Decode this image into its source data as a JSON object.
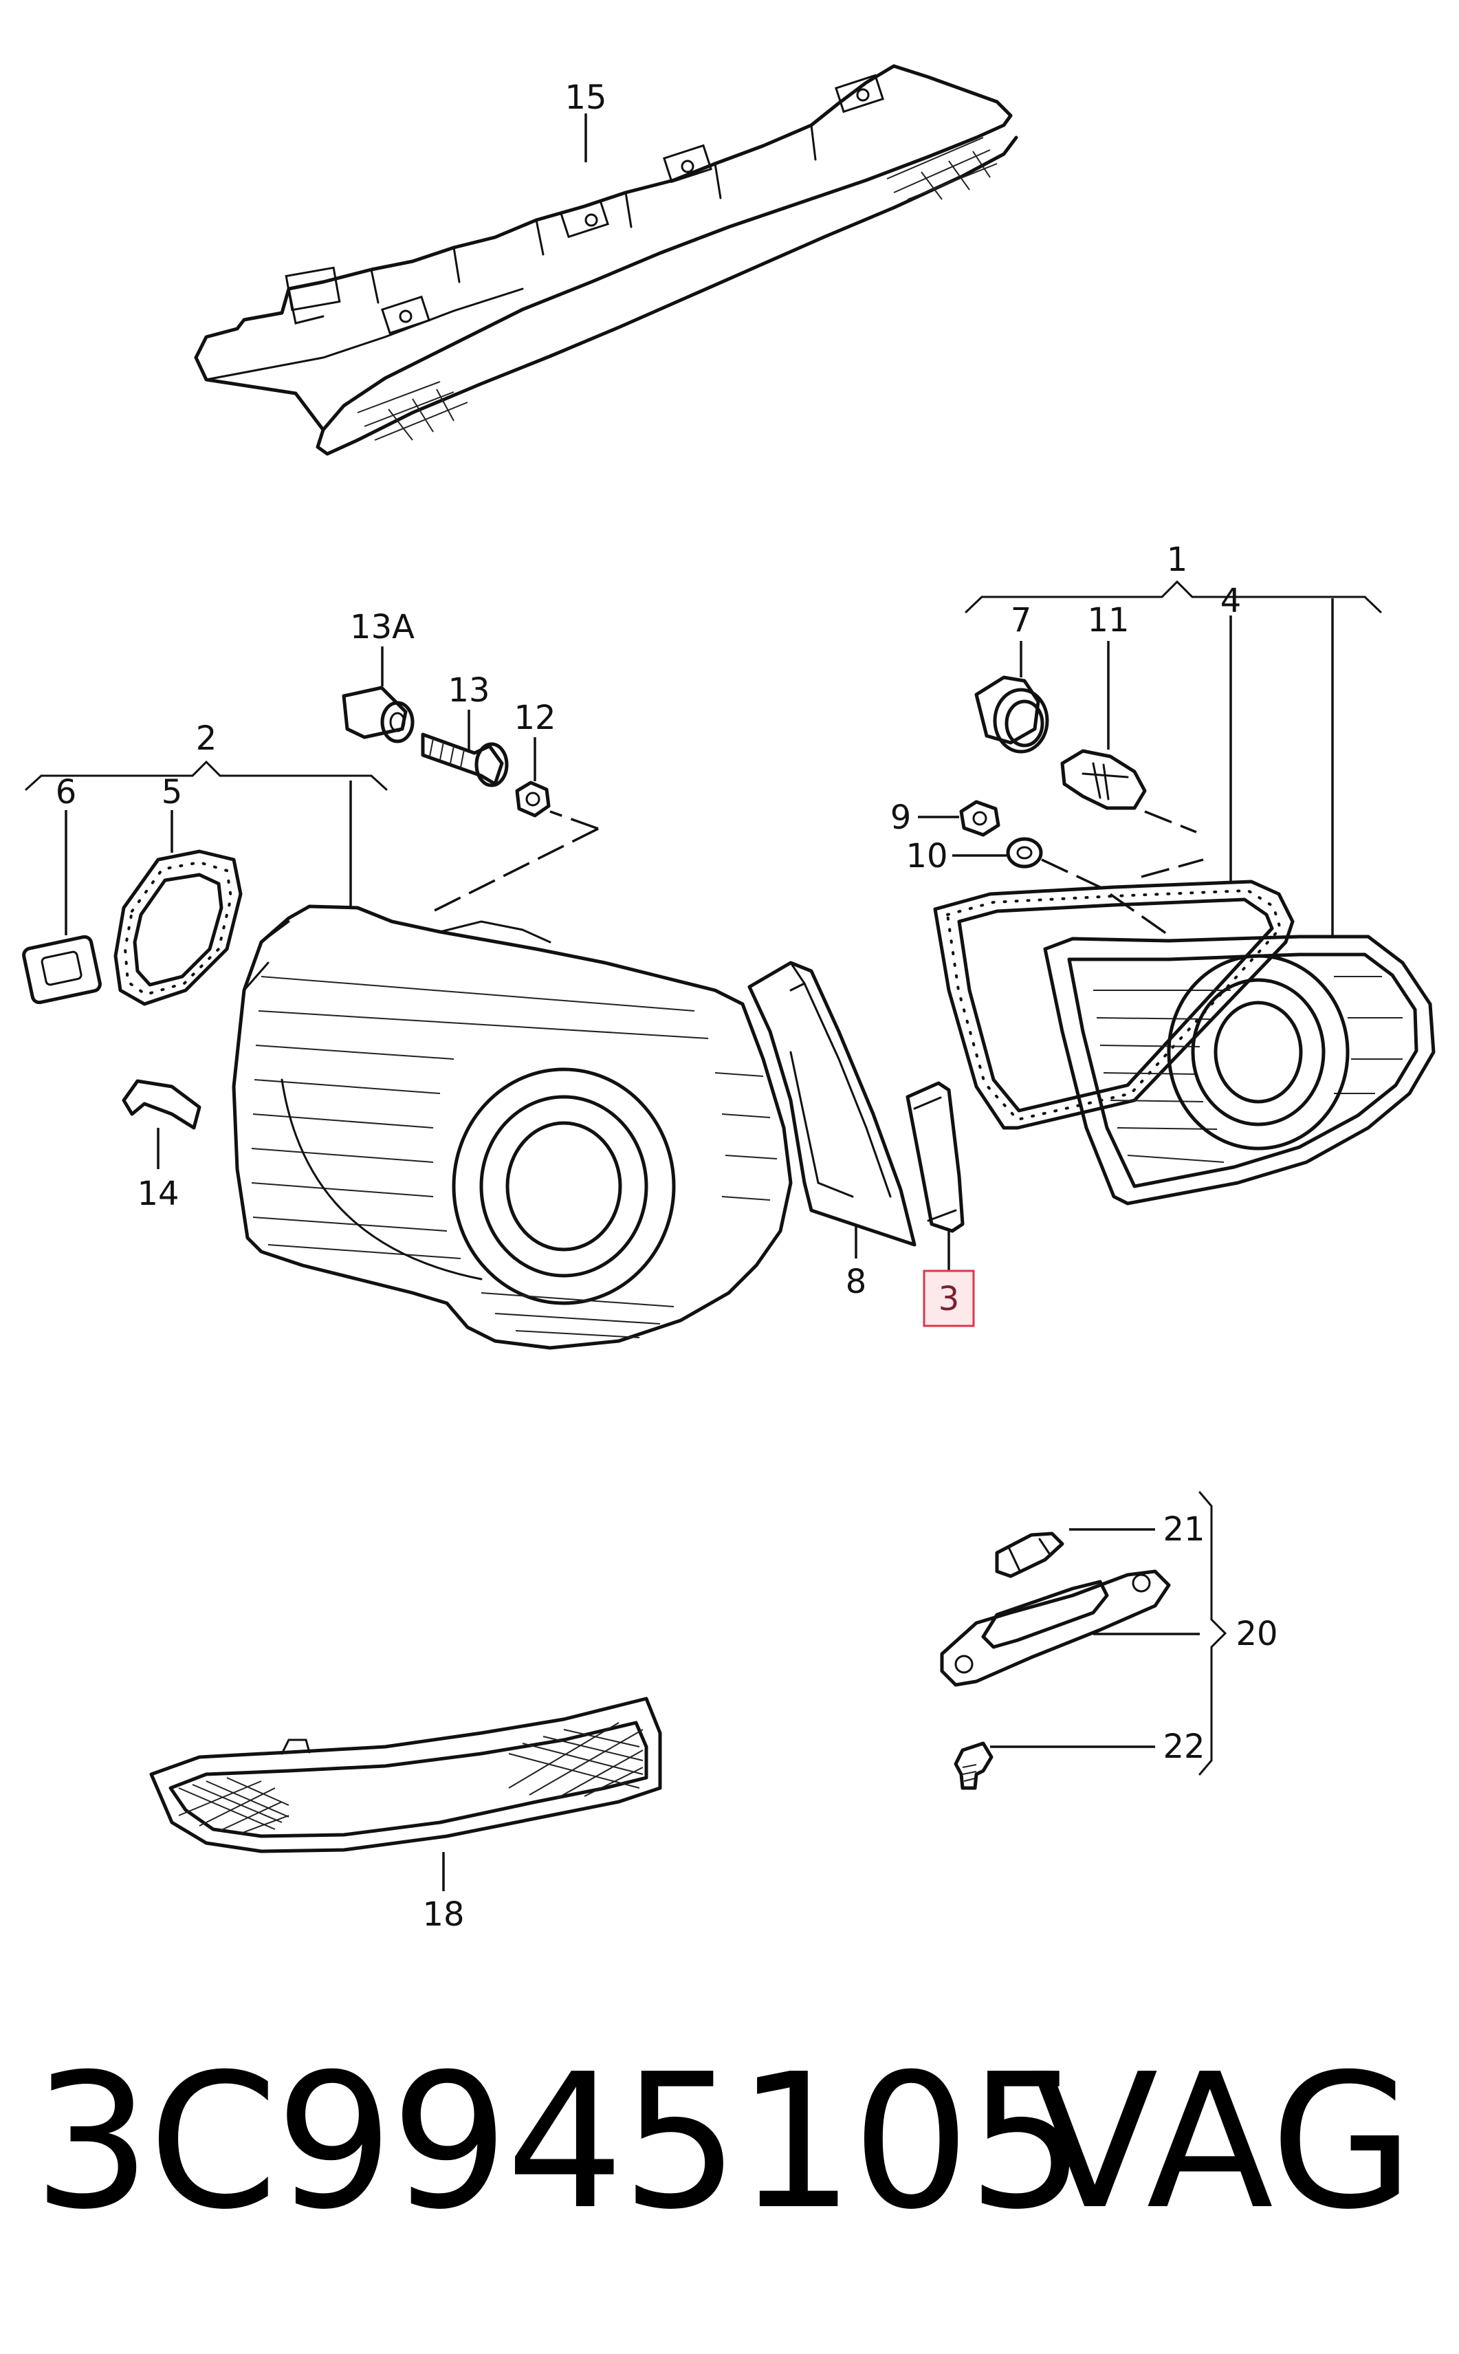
{
  "labels": {
    "l1": "1",
    "l2": "2",
    "l3": "3",
    "l4": "4",
    "l5": "5",
    "l6": "6",
    "l7": "7",
    "l8": "8",
    "l9": "9",
    "l10": "10",
    "l11": "11",
    "l12": "12",
    "l13": "13",
    "l13a": "13A",
    "l14": "14",
    "l15": "15",
    "l18": "18",
    "l20": "20",
    "l21": "21",
    "l22": "22"
  },
  "highlighted_label": "3",
  "footer": {
    "part_number": "3C9945105",
    "brand": "VAG"
  },
  "colors": {
    "highlight_fill": "#fde8ea",
    "highlight_stroke": "#d9394a",
    "line": "#111111"
  }
}
